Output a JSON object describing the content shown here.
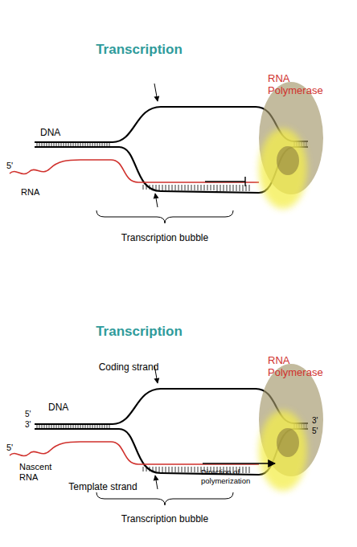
{
  "diagram": {
    "labels": [
      "Transcription",
      "RNA Polymerase",
      "DNA",
      "5'",
      "RNA",
      "Transcription bubble",
      "Transcription",
      "Coding strand",
      "RNA Polymerase",
      "DNA",
      "5'",
      "3'",
      "3'",
      "5'",
      "5'",
      "Nascent RNA",
      "Template strand",
      "Direction of polymerization",
      "Transcription bubble"
    ]
  }
}
